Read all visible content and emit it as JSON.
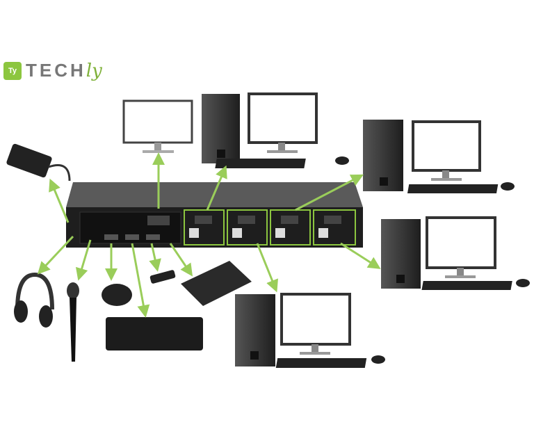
{
  "logo": {
    "mark": "Ty",
    "tech": "TECH",
    "ly": "ly"
  },
  "colors": {
    "accent": "#8cc63f",
    "device": "#2b2b2b",
    "arrow": "#9acd5a"
  }
}
